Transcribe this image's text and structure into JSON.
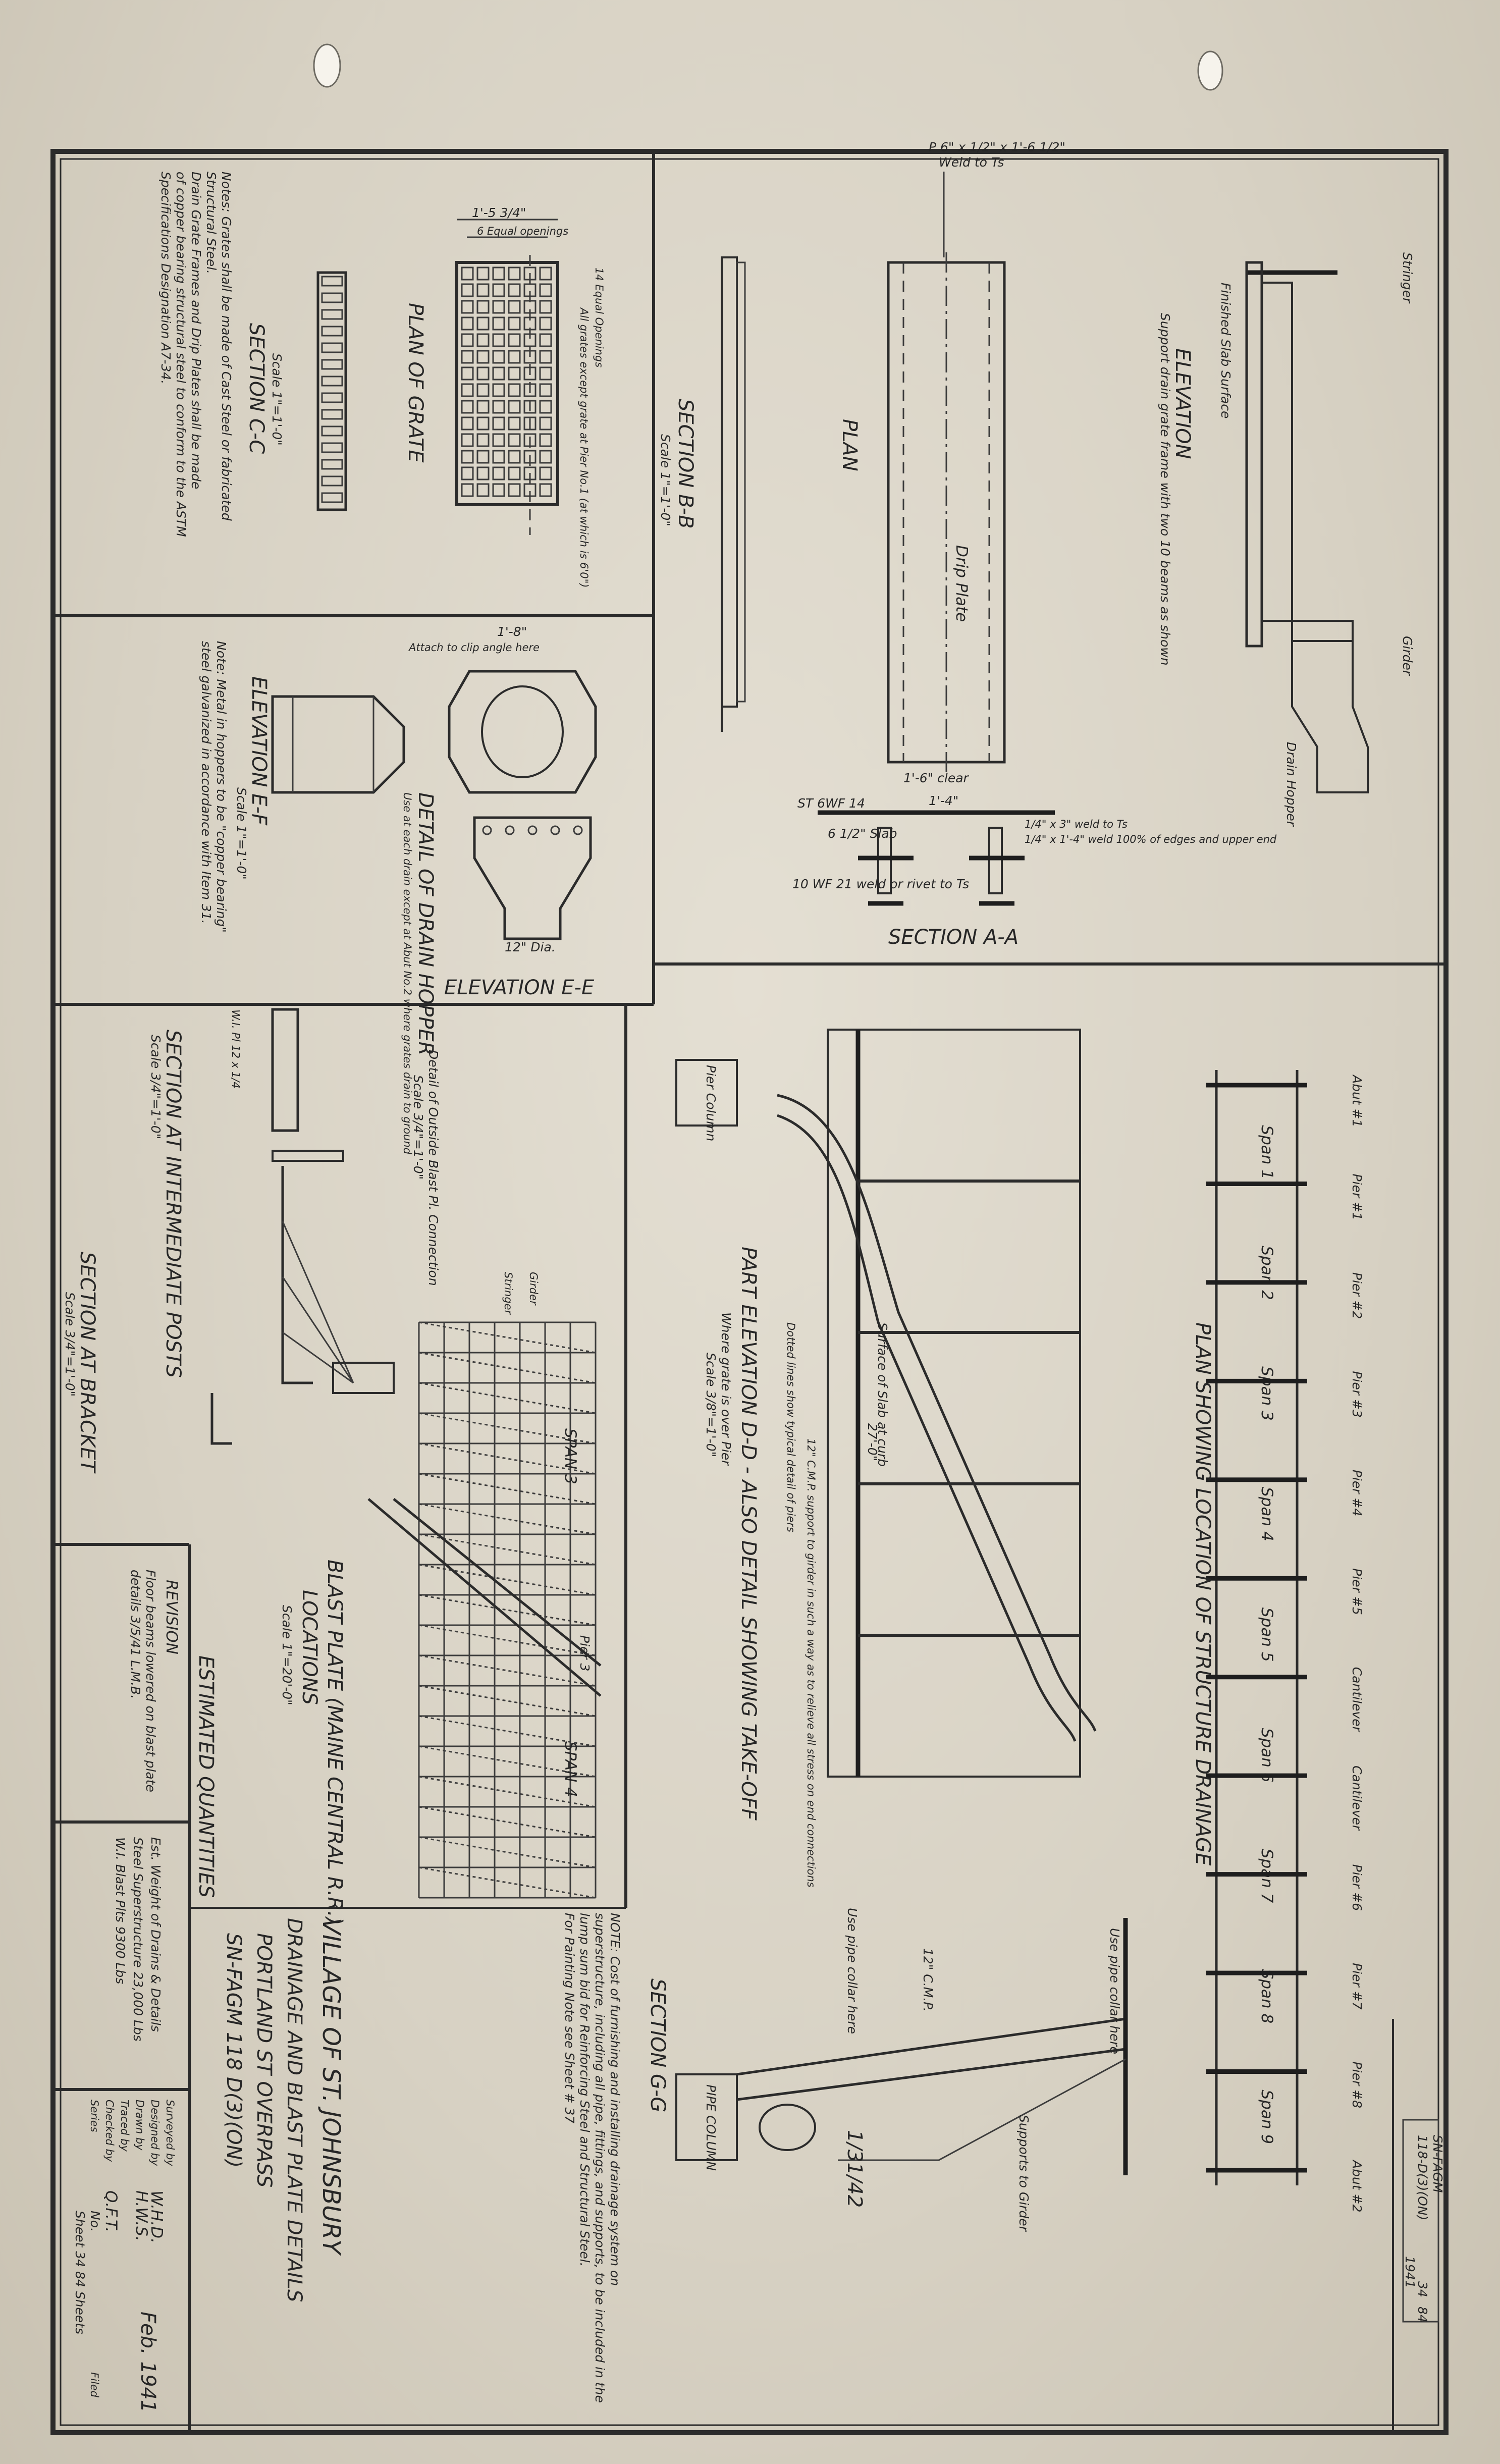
{
  "title_block": {
    "village": "VILLAGE OF ST. JOHNSBURY",
    "subject": "DRAINAGE AND BLAST PLATE DETAILS",
    "structure": "PORTLAND ST OVERPASS",
    "project": "SN-FAGM 118 D(3)(ON)",
    "surveyed_label": "Surveyed by",
    "designed_label": "Designed by",
    "drawn_label": "Drawn by",
    "traced_label": "Traced by",
    "checked_label": "Checked by",
    "series_label": "Series",
    "designed_by": "W.H.D.",
    "drawn_by": "H.W.S.",
    "checked_by": "Q.F.T.",
    "date": "Feb. 1941",
    "sheet_line": "Sheet 34 84 Sheets",
    "no_label": "No.",
    "filed_label": "Filed"
  },
  "quantities": {
    "heading": "ESTIMATED QUANTITIES",
    "line1": "Est. Weight of Drains & Details",
    "line2": "Steel Superstructure 23,000 Lbs",
    "line3": "W.I. Blast Plts 9300 Lbs"
  },
  "revision": {
    "heading": "REVISION",
    "line1": "Floor beams lowered on blast plate",
    "line2": "details 3/5/41 L.M.B."
  },
  "notes": {
    "grates_1": "Notes: Grates shall be made of Cast Steel or fabricated",
    "grates_2": "Structural Steel.",
    "grates_3": "Drain Grate Frames and Drip Plates shall be made",
    "grates_4": "of copper bearing structural steel to conform to the ASTM",
    "grates_5": "Specifications Designation A7-34.",
    "hopper_1": "Note: Metal in hoppers to be \"copper bearing\"",
    "hopper_2": "steel galvanized in accordance with Item 31.",
    "cost_1": "NOTE: Cost of furnishing and installing drainage system on",
    "cost_2": "superstructure, including all pipe, fittings, and supports, to be included in the",
    "cost_3": "lump sum bid for Reinforcing Steel and Structural Steel.",
    "cost_4": "For Painting Note see Sheet # 37"
  },
  "views": {
    "plan_grate": "PLAN OF GRATE",
    "grate_openings": "6 Equal openings",
    "grate_bars": "14 Equal Openings",
    "grate_dim_top": "1'-5 3/4\"",
    "grate_note": "All grates except grate at Pier No.1 (at which is 6'0\")",
    "section_cc": "SECTION C-C",
    "section_cc_scale": "Scale 1\"=1'-0\"",
    "section_bb": "SECTION B-B",
    "section_bb_scale": "Scale 1\"=1'-0\"",
    "plan_drip": "PLAN",
    "drip_plate": "Drip Plate",
    "drip_dim": "P 6\" x 1/2\" x 1'-6 1/2\"",
    "weld_to_ts": "Weld to Ts",
    "elevation": "ELEVATION",
    "support_note": "Support drain grate frame with two 10 beams as shown",
    "stringer_label": "Stringer",
    "girder_label": "Girder",
    "drain_hopper": "Drain Hopper",
    "finished_slab": "Finished Slab Surface",
    "section_aa": "SECTION A-A",
    "clear_dim": "1'-6\" clear",
    "dim_1_4": "1'-4\"",
    "st_label": "ST 6WF 14",
    "slab_label": "6 1/2\" Slab",
    "weld_note_1": "1/4\" x 3\" weld to Ts",
    "weld_note_2": "1/4\" x 1'-4\" weld 100% of edges and upper end",
    "beam_note": "10 WF 21 weld or rivet to Ts",
    "elevation_ef": "ELEVATION E-F",
    "elevation_ef_scale": "Scale 1\"=1'-0\"",
    "detail_hopper": "DETAIL OF DRAIN HOPPER",
    "detail_hopper_2": "Use at each drain except at Abut No.2 where grates drain to ground",
    "elevation_ee": "ELEVATION E-E",
    "dim_1_8": "1'-8\"",
    "dia_12": "12\" Dia.",
    "attach_clip": "Attach to clip angle here",
    "plan_location": "PLAN SHOWING LOCATION OF STRUCTURE DRAINAGE",
    "part_elev": "PART ELEVATION D-D - ALSO DETAIL SHOWING TAKE-OFF",
    "part_elev_2": "Where grate is over Pier",
    "part_elev_scale": "Scale 3/8\"=1'-0\"",
    "surface_slab": "Surface of Slab at curb",
    "dim_27": "27'-0\"",
    "cmp_note": "12\" C.M.P. support to girder in such a way as to relieve all stress on end connections",
    "dotted_note": "Dotted lines show typical detail of piers",
    "pier_column": "Pier Column",
    "pipe_column": "PIPE COLUMN",
    "section_gg": "SECTION G-G",
    "cmp_12": "12\" C.M.P.",
    "pipe_collar": "Use pipe collar here",
    "supports_girder": "Supports to Girder",
    "date_stamp": "1/31/42",
    "blast_plate": "BLAST PLATE (MAINE CENTRAL R.R.)",
    "locations": "LOCATIONS",
    "locations_scale": "Scale 1\"=20'-0\"",
    "span3": "SPAN 3",
    "span4": "SPAN 4",
    "pier3": "Pier 3",
    "section_interm": "SECTION AT INTERMEDIATE POSTS",
    "section_interm_scale": "Scale 3/4\"=1'-0\"",
    "section_bracket": "SECTION AT BRACKET",
    "section_bracket_scale": "Scale 3/4\"=1'-0\"",
    "detail_outside": "Detail of Outside Blast Pl. Connection",
    "detail_outside_scale": "Scale 3/4\"=1'-0\"",
    "girder": "Girder",
    "stringer": "Stringer",
    "wi_pl": "W.I. Pl 12 x 1/4"
  },
  "spans": [
    "Span 1",
    "Span 2",
    "Span 3",
    "Span 4",
    "Span 5",
    "Span 6",
    "Span 7",
    "Span 8",
    "Span 9"
  ],
  "piers": [
    "Abut #1",
    "Pier #1",
    "Pier #2",
    "Pier #3",
    "Pier #4",
    "Pier #5",
    "Cantilever",
    "Cantilever",
    "Pier #6",
    "Pier #7",
    "Pier #8",
    "Abut #2"
  ],
  "stamp": {
    "line1": "SN-FAGM",
    "line2": "118-D(3)(ON)",
    "line3": "1941",
    "line4": "34",
    "line5": "84"
  }
}
